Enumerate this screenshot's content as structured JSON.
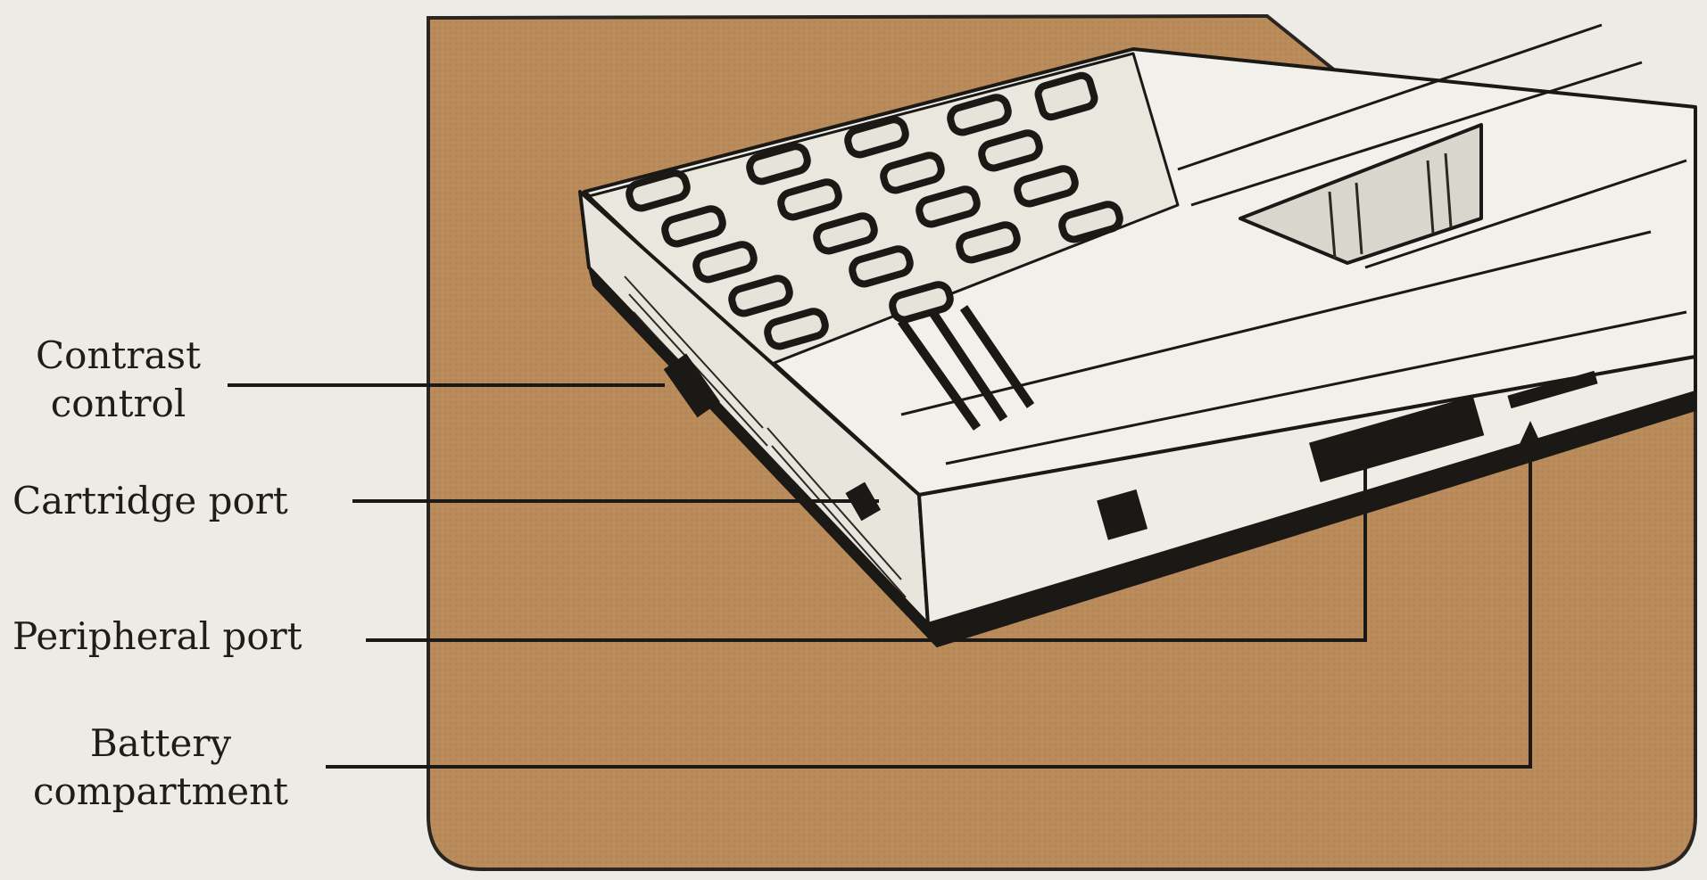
{
  "labels": {
    "contrast": [
      "Contrast",
      "control"
    ],
    "cartridge": "Cartridge port",
    "peripheral": "Peripheral port",
    "battery": [
      "Battery",
      "compartment"
    ]
  },
  "colors": {
    "panel": "#b98a5a",
    "panel_border": "#2a2520",
    "ink": "#1f1d19",
    "device_body": "#f1efe8",
    "background": "#ecebe6"
  }
}
